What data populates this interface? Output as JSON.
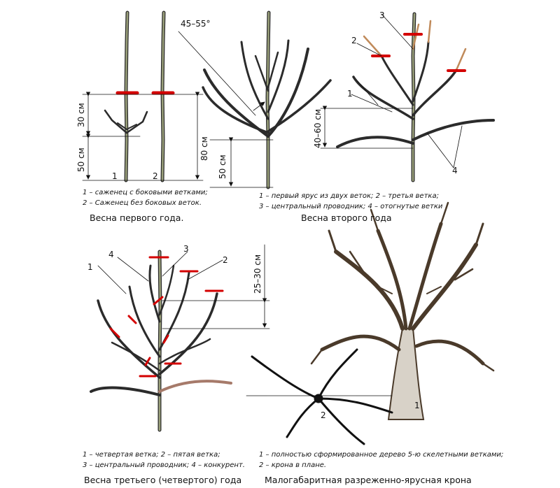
{
  "panels": {
    "year1": {
      "angle": "",
      "dims": {
        "upper": "30 см",
        "lower": "50 см",
        "total": "80 см"
      },
      "tree_labels": [
        "1",
        "2"
      ],
      "captions": [
        "1 – саженец с боковыми ветками;",
        "2 – Саженец без боковых веток."
      ],
      "title": "Весна первого года."
    },
    "year2": {
      "angle": "45–55°",
      "dims": {
        "height": "50 см",
        "tier": "40–60 см"
      },
      "labels": [
        "1",
        "2",
        "3",
        "4"
      ],
      "captions": [
        "1 – первый ярус из двух веток; 2 – третья ветка;",
        "3 – центральный проводник; 4 – отогнутые ветки"
      ],
      "title": "Весна второго года"
    },
    "year3": {
      "dims": {
        "spacing": "25–30 см"
      },
      "labels": [
        "1",
        "2",
        "3",
        "4"
      ],
      "captions": [
        "1 – четвертая ветка; 2 – пятая ветка;",
        "3 – центральный проводник; 4 – конкурент."
      ],
      "title": "Весна третьего (четвертого) года"
    },
    "mature": {
      "labels": [
        "1",
        "2"
      ],
      "captions": [
        "1 – полностью сформированное дерево 5-ю скелетными ветками;",
        "2 – крона в плане."
      ],
      "title": "Малогабаритная разреженно-ярусная крона"
    }
  },
  "colors": {
    "ink": "#2b2b2b",
    "cut": "#d40000",
    "bark": "#8a8a8a",
    "crown": "#4a3a2a"
  }
}
